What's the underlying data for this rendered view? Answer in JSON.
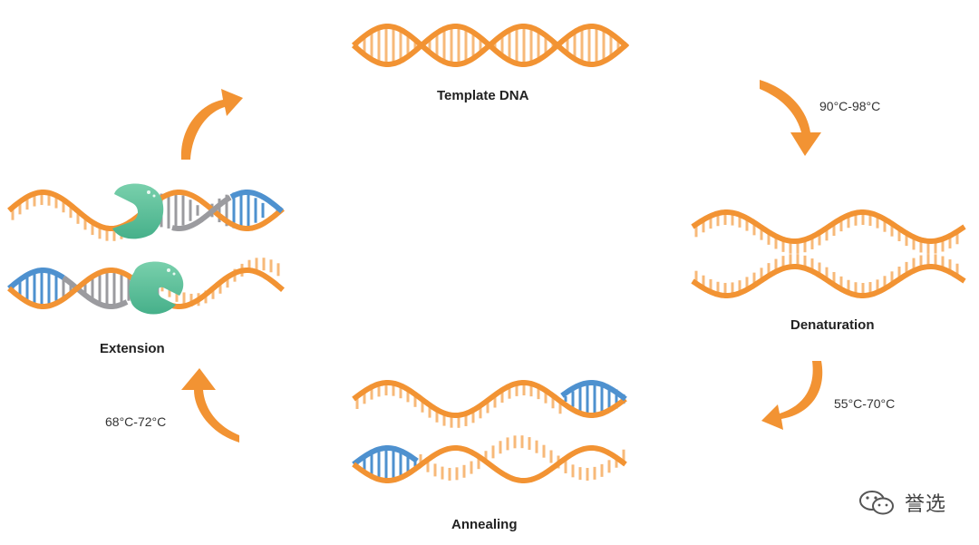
{
  "stages": {
    "template": {
      "label": "Template DNA"
    },
    "denaturation": {
      "label": "Denaturation",
      "temperature": "90°C-98°C"
    },
    "annealing": {
      "label": "Annealing",
      "temperature": "55°C-70°C"
    },
    "extension": {
      "label": "Extension",
      "temperature": "68°C-72°C"
    }
  },
  "watermark": {
    "text": "誉选",
    "icon": "wechat-icon"
  },
  "colors": {
    "template_strand": "#F29333",
    "primer": "#4E91CF",
    "new_strand": "#9B9B9F",
    "polymerase": "#5CC29A",
    "arrow": "#F29333",
    "rung": "#F7B979"
  }
}
